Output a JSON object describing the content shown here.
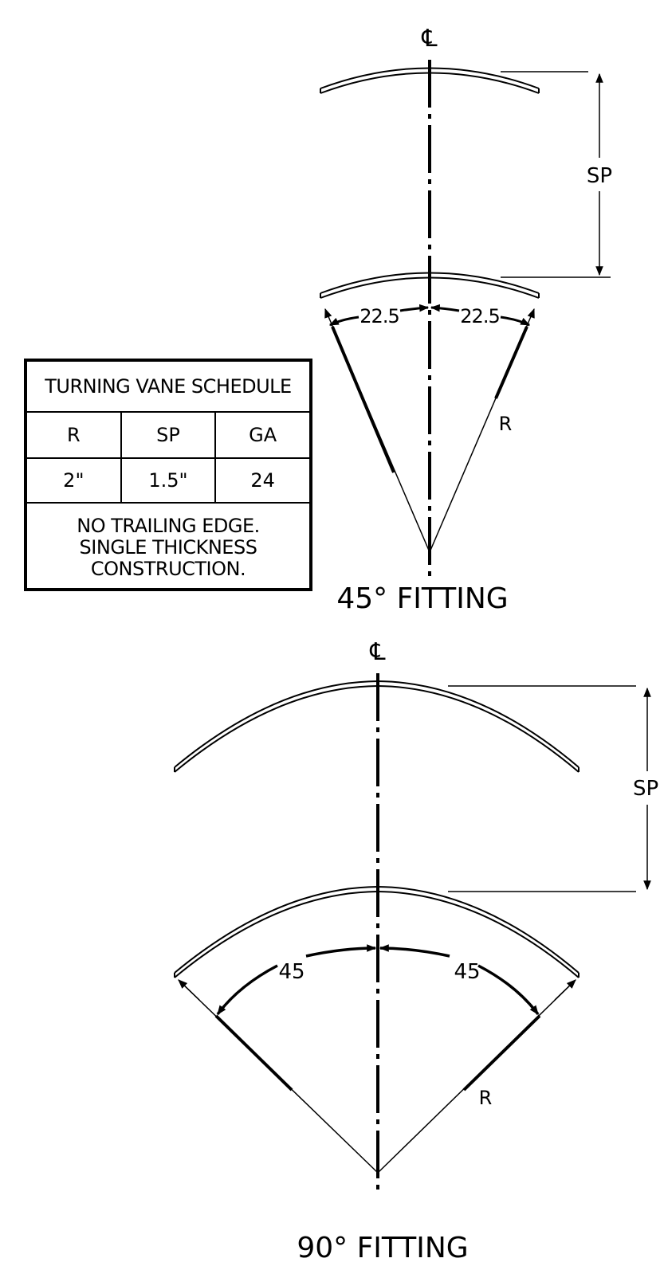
{
  "fitting_45": {
    "centerline_symbol": "℄",
    "spacing_label": "SP",
    "angle_left": "22.5",
    "angle_right": "22.5",
    "radius_label": "R",
    "caption": "45° FITTING"
  },
  "fitting_90": {
    "centerline_symbol": "℄",
    "spacing_label": "SP",
    "angle_left": "45",
    "angle_right": "45",
    "radius_label": "R",
    "caption": "90° FITTING"
  },
  "schedule": {
    "title": "TURNING VANE SCHEDULE",
    "headers": [
      "R",
      "SP",
      "GA"
    ],
    "values": [
      "2\"",
      "1.5\"",
      "24"
    ],
    "note_lines": [
      "NO TRAILING EDGE.",
      "SINGLE THICKNESS",
      "CONSTRUCTION."
    ]
  }
}
